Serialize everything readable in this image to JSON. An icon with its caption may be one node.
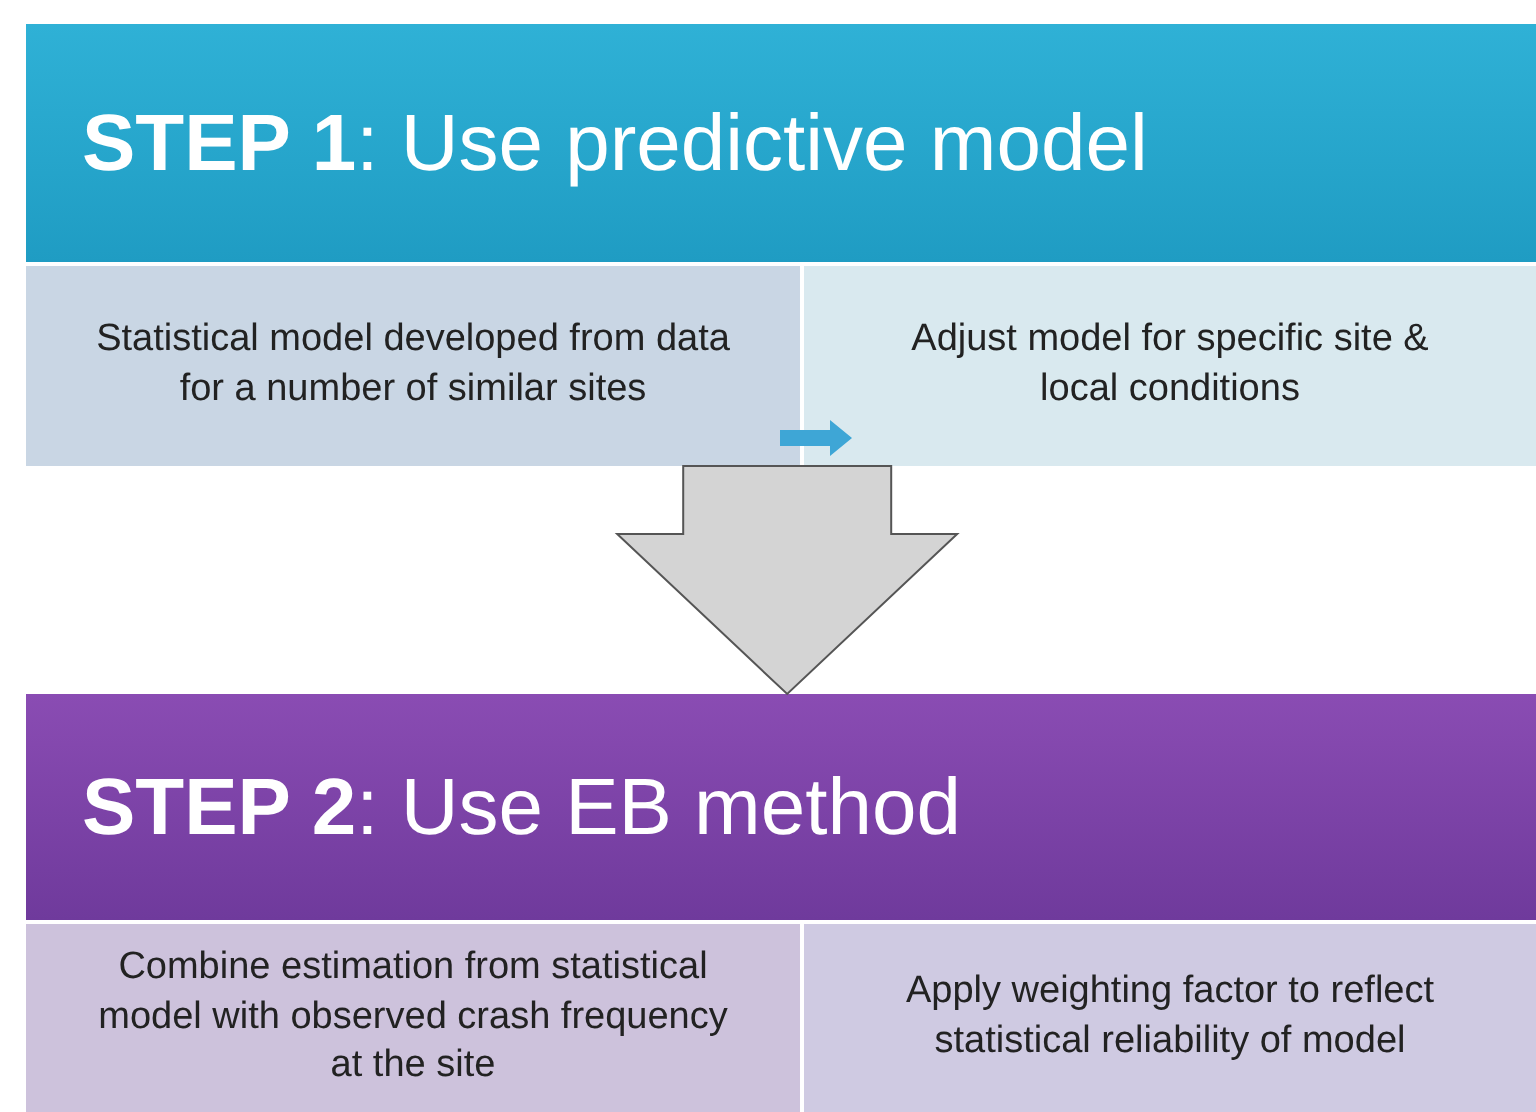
{
  "diagram": {
    "nodes": [
      {
        "text": [],
        "shape": "box"
      },
      {
        "text": [
          "**STEP 1**: Use predictive model"
        ],
        "in": 0
      },
      {
        "text": [
          "Statistical model developed from data for a number of similar sites"
        ],
        "in": 0
      },
      {
        "text": [
          "Adjust model for specific site & local conditions"
        ],
        "in": 0
      },
      {
        "text": [],
        "shape": "box"
      },
      {
        "text": [
          "**STEP 2**: Use EB method"
        ],
        "in": 4
      },
      {
        "text": [
          "Combine estimation from statistical model with observed crash frequency at the site"
        ],
        "in": 4
      },
      {
        "text": [
          "Apply weighting factor to reflect statistical reliability of model"
        ],
        "in": 4
      }
    ],
    "edges": [
      {
        "from": 2,
        "to": 3,
        "arrow": "to",
        "color": "#3ea6d6"
      },
      {
        "from": 0,
        "to": 4,
        "arrow": "to",
        "style": "thick",
        "color": "#d4d4d4"
      }
    ]
  }
}
